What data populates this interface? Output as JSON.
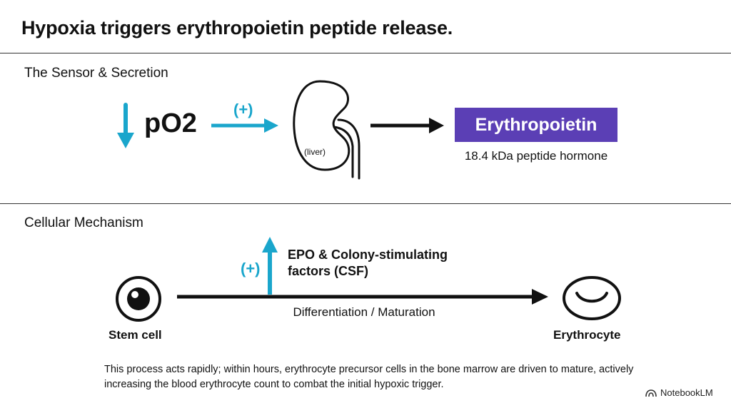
{
  "title": "Hypoxia triggers erythropoietin peptide release.",
  "sections": {
    "sensor": {
      "label": "The Sensor & Secretion",
      "po2_label": "pO2",
      "stimulus_sign": "(+)",
      "organ_label": "(liver)",
      "hormone_name": "Erythropoietin",
      "hormone_desc": "18.4 kDa peptide hormone"
    },
    "cellular": {
      "label": "Cellular Mechanism",
      "stimulus_sign": "(+)",
      "factor_line1": "EPO & Colony-stimulating",
      "factor_line2": "factors (CSF)",
      "process_label": "Differentiation / Maturation",
      "start_cell": "Stem cell",
      "end_cell": "Erythrocyte"
    }
  },
  "note": "This process acts rapidly; within hours, erythrocyte precursor cells in the bone marrow are driven to mature, actively increasing the blood erythrocyte count to combat the initial hypoxic trigger.",
  "brand": "NotebookLM",
  "icons": {
    "decrease": "down-arrow-icon",
    "organ": "kidney-icon",
    "stem": "stem-cell-icon",
    "rbc": "erythrocyte-icon",
    "brand": "notebooklm-logo-icon"
  },
  "colors": {
    "accent_cyan": "#1aa6cc",
    "hormone_box": "#5b3fb5",
    "text": "#111111"
  }
}
